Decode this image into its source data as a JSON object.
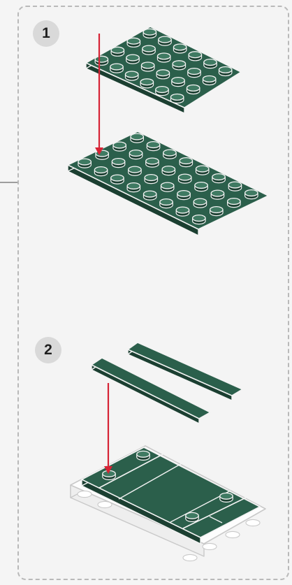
{
  "steps": [
    {
      "label": "1"
    },
    {
      "label": "2"
    }
  ],
  "colors": {
    "brick_top": "#2b5f4b",
    "brick_side": "#1b3f31",
    "stud_top": "#3f7a62",
    "outline": "#f3f3f3",
    "arrow": "#d62335",
    "white_plate": "#fdfdfd",
    "white_plate_edge": "#c9c9c9"
  },
  "icons": {
    "plate_top": "6x4-plate",
    "plate_bottom": "6x4-plate",
    "tile_long": "1x6-tile",
    "base_assembly": "base-with-tiles",
    "arrow": "down-arrow"
  }
}
